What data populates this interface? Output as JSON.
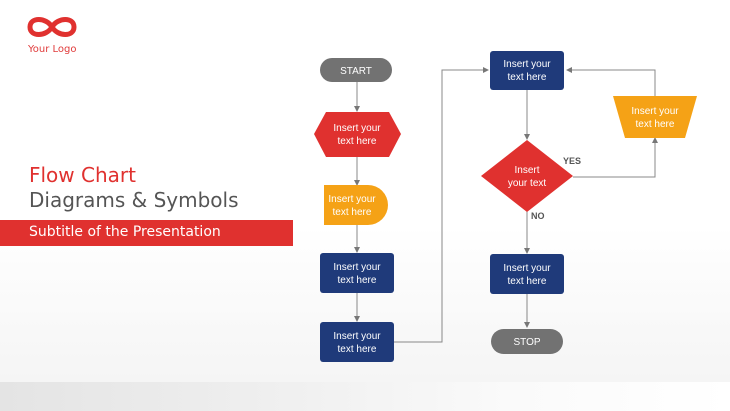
{
  "logo": {
    "icon": "infinity-logo-icon",
    "text": "Your Logo",
    "color": "#e0312f"
  },
  "title": "Flow Chart",
  "subtitle": "Diagrams & Symbols",
  "presentation_subtitle": "Subtitle of the Presentation",
  "colors": {
    "red": "#e0312f",
    "navy": "#1f3a7a",
    "orange": "#f5a216",
    "gray": "#727272"
  },
  "flow": {
    "start": "START",
    "stop": "STOP",
    "hexagon": [
      "Insert your",
      "text here"
    ],
    "delay": [
      "Insert your",
      "text here"
    ],
    "process_left_1": [
      "Insert your",
      "text here"
    ],
    "process_left_2": [
      "Insert your",
      "text here"
    ],
    "process_right_top": [
      "Insert your",
      "text here"
    ],
    "decision": [
      "Insert",
      "your text"
    ],
    "trapezoid": [
      "Insert your",
      "text here"
    ],
    "process_right_bottom": [
      "Insert your",
      "text here"
    ],
    "yes_label": "YES",
    "no_label": "NO"
  }
}
